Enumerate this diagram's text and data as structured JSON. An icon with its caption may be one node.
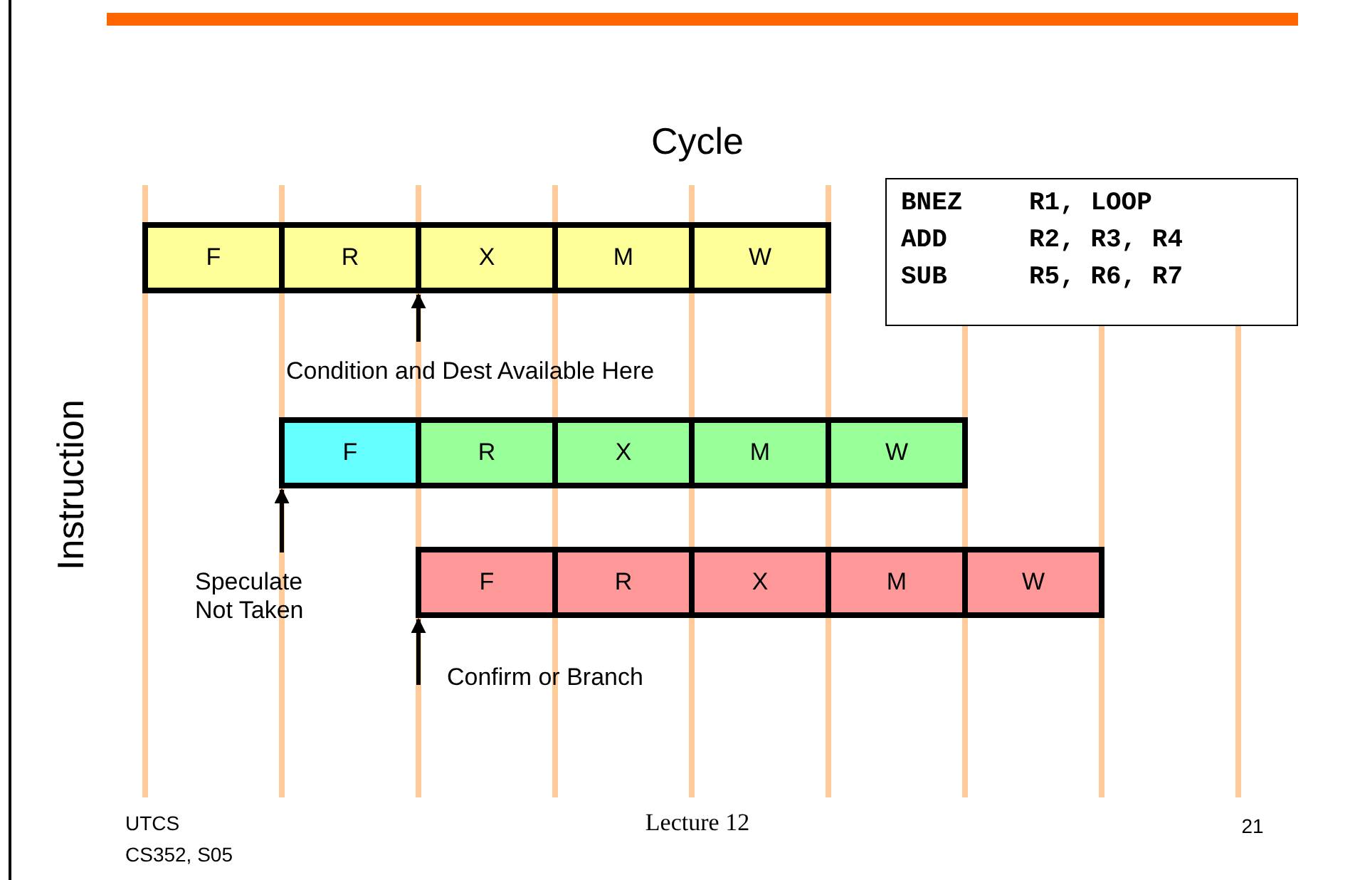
{
  "diagram": {
    "nodes": [
      {
        "text": [
          "F"
        ]
      },
      {
        "text": [
          "R"
        ]
      },
      {
        "text": [
          "X"
        ]
      },
      {
        "text": [
          "M"
        ]
      },
      {
        "text": [
          "W"
        ]
      },
      {
        "text": [
          "F"
        ]
      },
      {
        "text": [
          "R"
        ]
      },
      {
        "text": [
          "X"
        ]
      },
      {
        "text": [
          "M"
        ]
      },
      {
        "text": [
          "W"
        ]
      },
      {
        "text": [
          "F"
        ]
      },
      {
        "text": [
          "R"
        ]
      },
      {
        "text": [
          "X"
        ]
      },
      {
        "text": [
          "M"
        ]
      },
      {
        "text": [
          "W"
        ]
      },
      {
        "text": [
          "BNEZ R1, LOOP",
          "ADD R2, R3, R4",
          "SUB R5, R6, R7"
        ]
      },
      {
        "text": [
          "Condition and Dest Available Here"
        ]
      },
      {
        "text": [
          "Speculate Not Taken"
        ]
      },
      {
        "text": [
          "Confirm or Branch"
        ]
      }
    ],
    "edges": [
      {
        "from": 16,
        "to": 2,
        "arrow": "to"
      },
      {
        "from": 17,
        "to": 5,
        "arrow": "to"
      },
      {
        "from": 18,
        "to": 10,
        "arrow": "to"
      }
    ],
    "labels": [
      "Cycle",
      "Instruction",
      "UTCS CS352, S05",
      "Lecture 12",
      "21"
    ]
  }
}
